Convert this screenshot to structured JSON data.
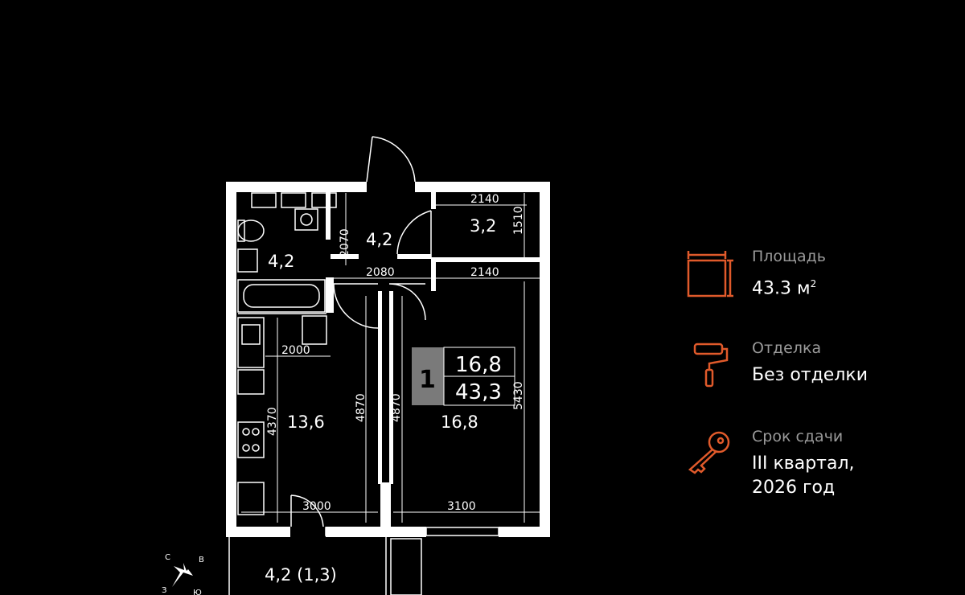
{
  "plan": {
    "rooms": [
      {
        "id": "bathroom",
        "area": "4,2"
      },
      {
        "id": "hall",
        "area": "4,2"
      },
      {
        "id": "wardrobe",
        "area": "3,2"
      },
      {
        "id": "kitchen",
        "area": "13,6"
      },
      {
        "id": "bedroom",
        "area": "16,8"
      },
      {
        "id": "balcony",
        "area": "4,2 (1,3)"
      }
    ],
    "dimensions": {
      "d2140_top": "2140",
      "d1510": "1510",
      "d2070": "2070",
      "d2080": "2080",
      "d2140_mid": "2140",
      "d2000": "2000",
      "d4370": "4370",
      "d4870_left": "4870",
      "d4870_right": "4870",
      "d5430": "5430",
      "d3000": "3000",
      "d3100": "3100"
    },
    "badge": {
      "rooms": "1",
      "living": "16,8",
      "total": "43,3"
    },
    "compass": {
      "n": "С",
      "e": "В",
      "w": "З",
      "s": "Ю"
    }
  },
  "info": {
    "area": {
      "label": "Площадь",
      "value": "43.3 м",
      "unit_sup": "2",
      "icon": "area-icon"
    },
    "finish": {
      "label": "Отделка",
      "value": "Без отделки",
      "icon": "paint-roller-icon"
    },
    "deadline": {
      "label": "Срок сдачи",
      "value_line1": "III квартал,",
      "value_line2": "2026 год",
      "icon": "key-icon"
    }
  },
  "colors": {
    "accent": "#e05a2b",
    "background": "#000000",
    "wall": "#ffffff",
    "badge": "#7a7a7a",
    "muted": "#9a9a9a"
  }
}
